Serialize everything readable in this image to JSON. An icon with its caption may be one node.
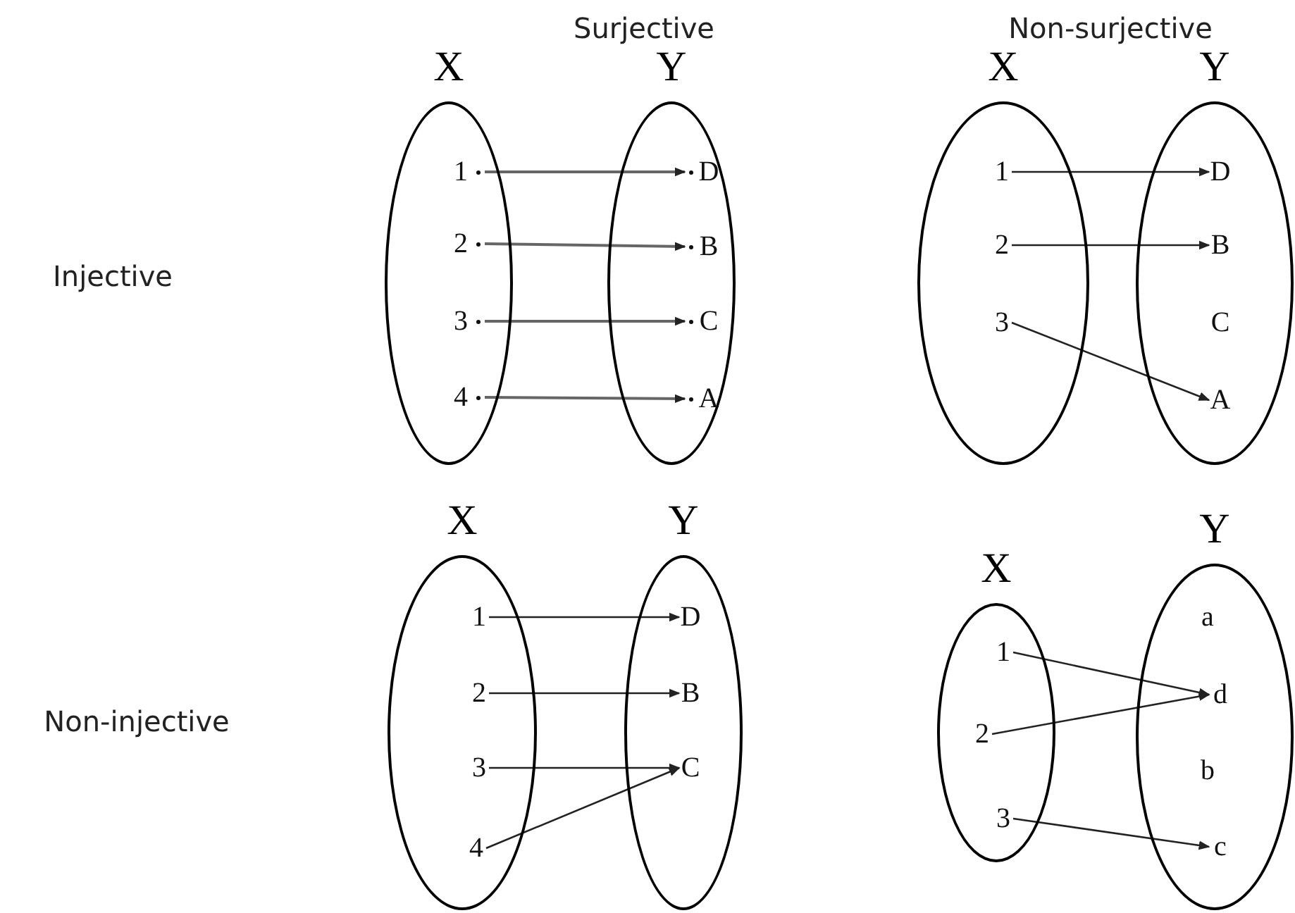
{
  "diagram": {
    "nodes": [
      {
        "text": [
          "X"
        ]
      },
      {
        "text": [
          "1"
        ],
        "in": 0
      },
      {
        "text": [
          "2"
        ],
        "in": 0
      },
      {
        "text": [
          "3"
        ],
        "in": 0
      },
      {
        "text": [
          "4"
        ],
        "in": 0
      },
      {
        "text": [
          "Y"
        ]
      },
      {
        "text": [
          "D"
        ],
        "in": 5
      },
      {
        "text": [
          "B"
        ],
        "in": 5
      },
      {
        "text": [
          "C"
        ],
        "in": 5
      },
      {
        "text": [
          "A"
        ],
        "in": 5
      },
      {
        "text": [
          "X"
        ]
      },
      {
        "text": [
          "1"
        ],
        "in": 10
      },
      {
        "text": [
          "2"
        ],
        "in": 10
      },
      {
        "text": [
          "3"
        ],
        "in": 10
      },
      {
        "text": [
          "Y"
        ]
      },
      {
        "text": [
          "D"
        ],
        "in": 14
      },
      {
        "text": [
          "B"
        ],
        "in": 14
      },
      {
        "text": [
          "C"
        ],
        "in": 14
      },
      {
        "text": [
          "A"
        ],
        "in": 14
      },
      {
        "text": [
          "X"
        ]
      },
      {
        "text": [
          "1"
        ],
        "in": 19
      },
      {
        "text": [
          "2"
        ],
        "in": 19
      },
      {
        "text": [
          "3"
        ],
        "in": 19
      },
      {
        "text": [
          "4"
        ],
        "in": 19
      },
      {
        "text": [
          "Y"
        ]
      },
      {
        "text": [
          "D"
        ],
        "in": 24
      },
      {
        "text": [
          "B"
        ],
        "in": 24
      },
      {
        "text": [
          "C"
        ],
        "in": 24
      },
      {
        "text": [
          "X"
        ]
      },
      {
        "text": [
          "1"
        ],
        "in": 28
      },
      {
        "text": [
          "2"
        ],
        "in": 28
      },
      {
        "text": [
          "3"
        ],
        "in": 28
      },
      {
        "text": [
          "Y"
        ]
      },
      {
        "text": [
          "a"
        ],
        "in": 32
      },
      {
        "text": [
          "d"
        ],
        "in": 32
      },
      {
        "text": [
          "b"
        ],
        "in": 32
      },
      {
        "text": [
          "c"
        ],
        "in": 32
      }
    ],
    "edges": [
      {
        "from": 1,
        "to": 6,
        "arrow": "to"
      },
      {
        "from": 2,
        "to": 7,
        "arrow": "to"
      },
      {
        "from": 3,
        "to": 8,
        "arrow": "to"
      },
      {
        "from": 4,
        "to": 9,
        "arrow": "to"
      },
      {
        "from": 11,
        "to": 15,
        "arrow": "to"
      },
      {
        "from": 12,
        "to": 16,
        "arrow": "to"
      },
      {
        "from": 13,
        "to": 18,
        "arrow": "to"
      },
      {
        "from": 20,
        "to": 25,
        "arrow": "to"
      },
      {
        "from": 21,
        "to": 26,
        "arrow": "to"
      },
      {
        "from": 22,
        "to": 27,
        "arrow": "to"
      },
      {
        "from": 23,
        "to": 27,
        "arrow": "to"
      },
      {
        "from": 29,
        "to": 34,
        "arrow": "to"
      },
      {
        "from": 30,
        "to": 34,
        "arrow": "to"
      },
      {
        "from": 31,
        "to": 36,
        "arrow": "to"
      }
    ],
    "labels": [
      "Surjective",
      "Non-surjective",
      "Injective",
      "Non-injective"
    ]
  }
}
